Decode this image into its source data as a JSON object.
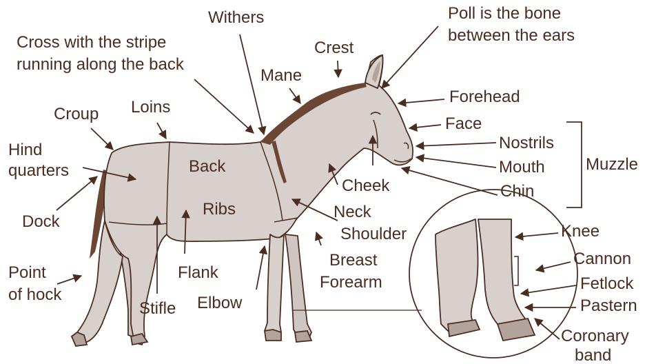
{
  "labels": {
    "withers": "Withers",
    "poll_line1": "Poll is the bone",
    "poll_line2": "between the ears",
    "cross_line1": "Cross with the stripe",
    "cross_line2": "running along the back",
    "crest": "Crest",
    "mane": "Mane",
    "forehead": "Forehead",
    "croup": "Croup",
    "loins": "Loins",
    "face": "Face",
    "hind_line1": "Hind",
    "hind_line2": "quarters",
    "nostrils": "Nostrils",
    "back": "Back",
    "mouth": "Mouth",
    "muzzle": "Muzzle",
    "cheek": "Cheek",
    "chin": "Chin",
    "ribs": "Ribs",
    "neck": "Neck",
    "dock": "Dock",
    "shoulder": "Shoulder",
    "knee": "Knee",
    "breast": "Breast",
    "cannon": "Cannon",
    "point_line1": "Point",
    "point_line2": "of hock",
    "flank": "Flank",
    "forearm": "Forearm",
    "fetlock": "Fetlock",
    "elbow": "Elbow",
    "stifle": "Stifle",
    "pastern": "Pastern",
    "coronary_line1": "Coronary",
    "coronary_line2": "band"
  },
  "colors": {
    "text": "#4a2d22",
    "body_fill": "#d8d0cd",
    "outline": "#4a2d22",
    "dark_accent": "#6b4634",
    "hoof": "#b2a49d"
  }
}
